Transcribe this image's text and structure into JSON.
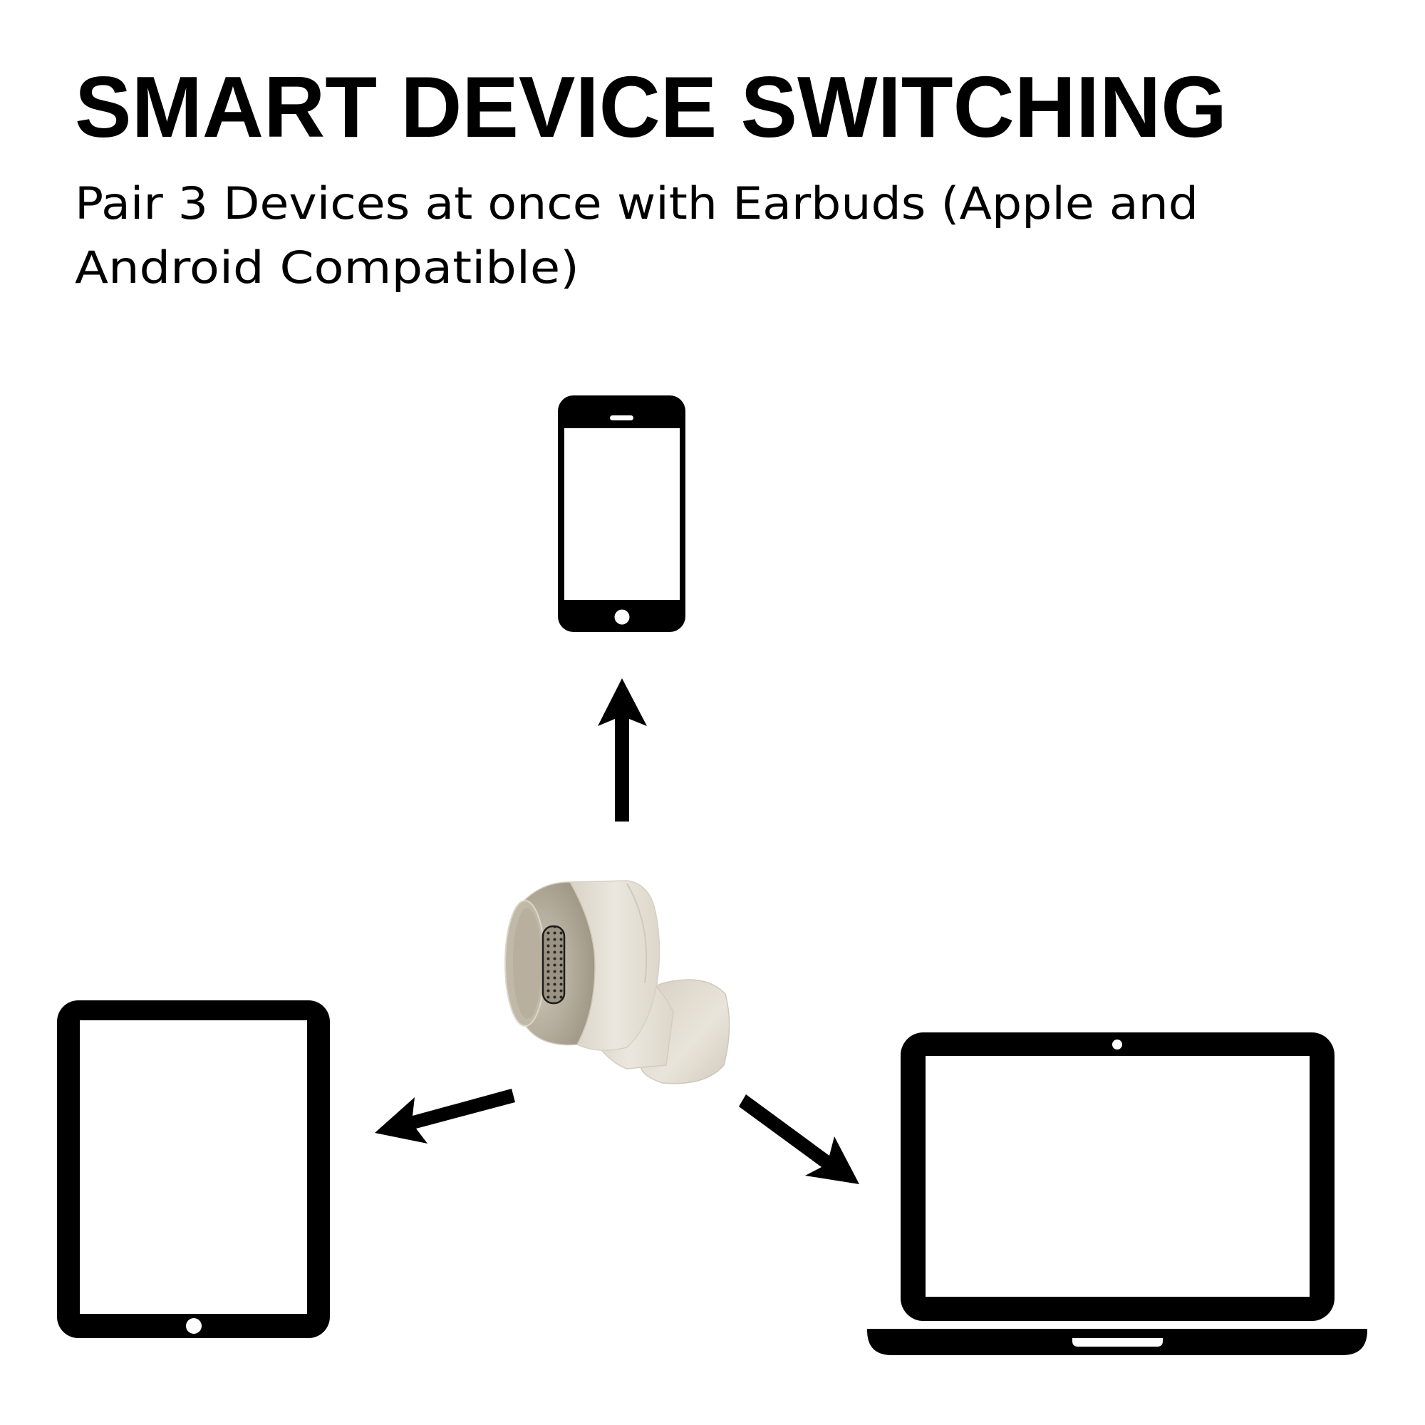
{
  "header": {
    "title": "SMART DEVICE SWITCHING",
    "subtitle_lines": [
      "Pair 3 Devices at once with Earbuds (Apple and",
      "Android Compatible)"
    ]
  },
  "colors": {
    "background": "#ffffff",
    "icon": "#000000",
    "earbud_body": "#e6e1d7",
    "earbud_metal": "#b9b1a1",
    "earbud_shadow": "#a39a88"
  },
  "illustration": {
    "center_product": "earbud",
    "devices": [
      {
        "name": "smartphone",
        "icon": "smartphone-icon",
        "direction": "up"
      },
      {
        "name": "tablet",
        "icon": "tablet-icon",
        "direction": "down-left"
      },
      {
        "name": "laptop",
        "icon": "laptop-icon",
        "direction": "down-right"
      }
    ],
    "device_count": 3
  }
}
